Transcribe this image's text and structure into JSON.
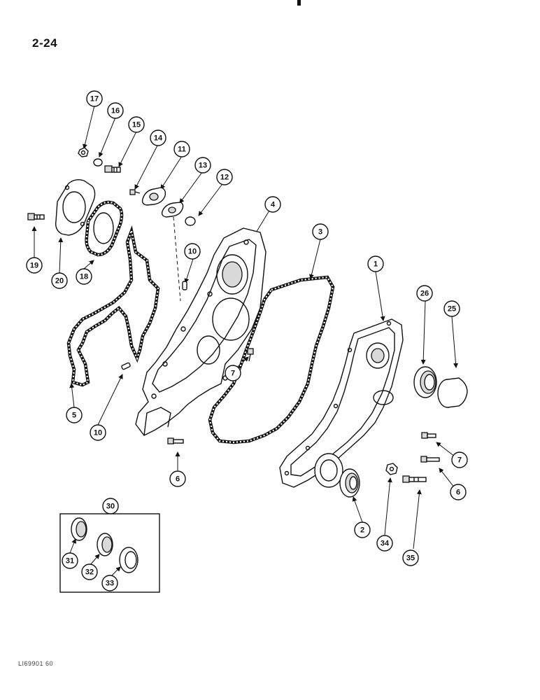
{
  "page": {
    "page_number": "2-24",
    "figure_code": "LI69901 60"
  },
  "callouts": [
    "1",
    "2",
    "3",
    "4",
    "5",
    "6",
    "6",
    "7",
    "7",
    "10",
    "10",
    "11",
    "12",
    "13",
    "14",
    "15",
    "16",
    "17",
    "18",
    "19",
    "20",
    "25",
    "26",
    "30",
    "31",
    "32",
    "33",
    "34",
    "35"
  ]
}
